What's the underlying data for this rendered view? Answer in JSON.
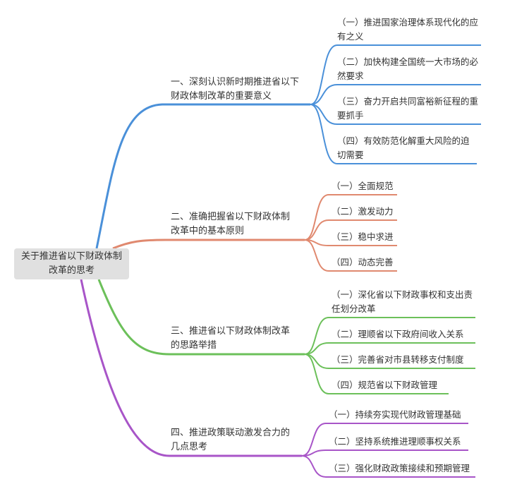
{
  "root": {
    "label": "关于推进省以下财政体制改革的思考"
  },
  "branches": [
    {
      "label": "一、深刻认识新时期推进省以下财政体制改革的重要意义",
      "color": "#4a90d9",
      "children": [
        "（一）推进国家治理体系现代化的应有之义",
        "（二）加快构建全国统一大市场的必然要求",
        "（三）奋力开启共同富裕新征程的重要抓手",
        "（四）有效防范化解重大风险的迫切需要"
      ]
    },
    {
      "label": "二、准确把握省以下财政体制改革中的基本原则",
      "color": "#e0896f",
      "children": [
        "（一）全面规范",
        "（二）激发动力",
        "（三）稳中求进",
        "（四）动态完善"
      ]
    },
    {
      "label": "三、推进省以下财政体制改革的思路举措",
      "color": "#6cc05a",
      "children": [
        "（一）深化省以下财政事权和支出责任划分改革",
        "（二）理顺省以下政府间收入关系",
        "（三）完善省对市县转移支付制度",
        "（四）规范省以下财政管理"
      ]
    },
    {
      "label": "四、推进政策联动激发合力的几点思考",
      "color": "#a855c8",
      "children": [
        "（一）持续夯实现代财政管理基础",
        "（二）坚持系统推进理顺事权关系",
        "（三）强化财政政策接续和预期管理"
      ]
    }
  ]
}
